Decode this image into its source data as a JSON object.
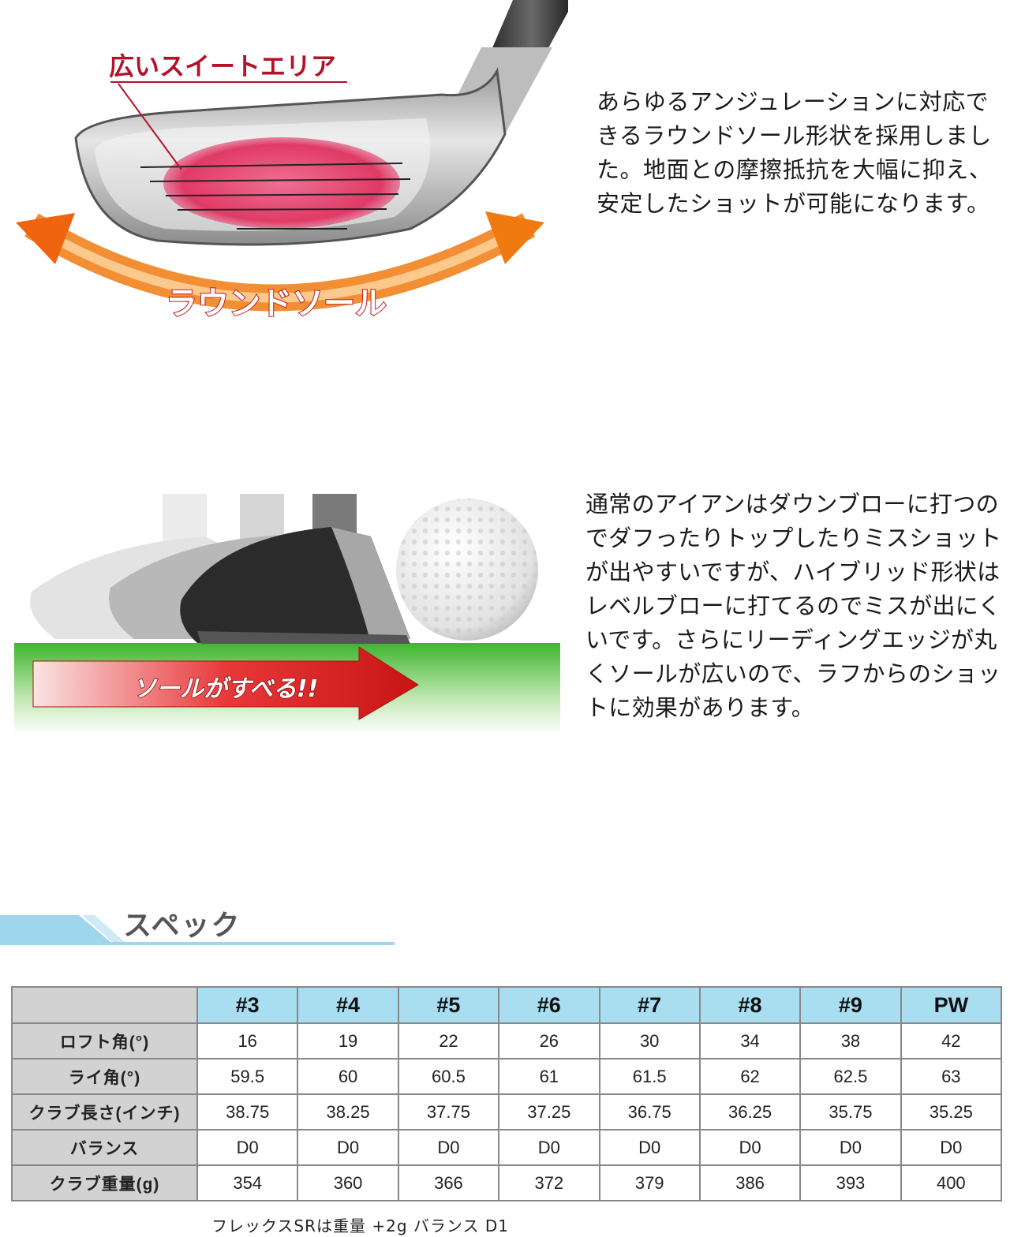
{
  "section1": {
    "callout_label": "広いスイートエリア",
    "arrow_label": "ラウンドソール",
    "description": "あらゆるアンジュレーションに対応できるラウンドソール形状を採用しました。地面との摩擦抵抗を大幅に抑え、安定したショットが可能になります。"
  },
  "section2": {
    "arrow_label": "ソールがすべる!!",
    "description": "通常のアイアンはダウンブローに打つのでダフったりトップしたりミスショットが出やすいですが、ハイブリッド形状はレベルブローに打てるのでミスが出にくいです。さらにリーディングエッジが丸くソールが広いので、ラフからのショットに効果があります。"
  },
  "spec": {
    "title": "スペック",
    "columns": [
      "#3",
      "#4",
      "#5",
      "#6",
      "#7",
      "#8",
      "#9",
      "PW"
    ],
    "rows": [
      {
        "label": "ロフト角(°)",
        "values": [
          "16",
          "19",
          "22",
          "26",
          "30",
          "34",
          "38",
          "42"
        ]
      },
      {
        "label": "ライ角(°)",
        "values": [
          "59.5",
          "60",
          "60.5",
          "61",
          "61.5",
          "62",
          "62.5",
          "63"
        ]
      },
      {
        "label": "クラブ長さ(インチ)",
        "values": [
          "38.75",
          "38.25",
          "37.75",
          "37.25",
          "36.75",
          "36.25",
          "35.75",
          "35.25"
        ]
      },
      {
        "label": "バランス",
        "values": [
          "D0",
          "D0",
          "D0",
          "D0",
          "D0",
          "D0",
          "D0",
          "D0"
        ]
      },
      {
        "label": "クラブ重量(g)",
        "values": [
          "354",
          "360",
          "366",
          "372",
          "379",
          "386",
          "393",
          "400"
        ]
      }
    ],
    "footnote": "フレックスSRは重量 +2g バランス D1"
  },
  "colors": {
    "callout_red": "#b3132a",
    "sweet_spot": "#e63b6a",
    "arrow_orange": "#f07a10",
    "turf_green": "#4cbb3e",
    "slide_arrow_red": "#d8201e",
    "table_header_blue": "#a9ddf0",
    "table_label_gray": "#d2d2d2"
  }
}
